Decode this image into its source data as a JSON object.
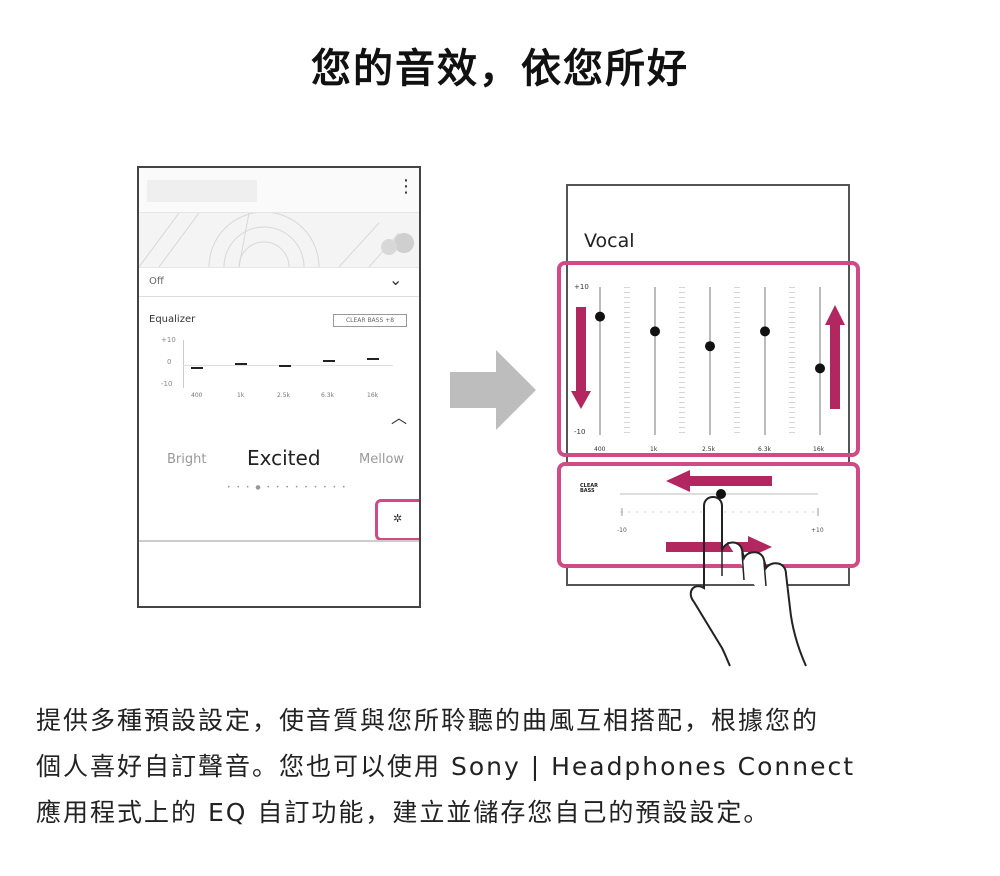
{
  "headline": "您的音效，依您所好",
  "left_phone": {
    "menu_icon": "more-vert-icon",
    "mode_value": "Off",
    "equalizer_label": "Equalizer",
    "clear_bass_label": "CLEAR BASS",
    "clear_bass_value": "+8",
    "axis": {
      "max": "+10",
      "zero": "0",
      "min": "-10"
    },
    "bands": [
      "400",
      "1k",
      "2.5k",
      "6.3k",
      "16k"
    ],
    "band_levels": [
      -1,
      1,
      0,
      2,
      3
    ],
    "presets": {
      "prev": "Bright",
      "current": "Excited",
      "next": "Mellow"
    },
    "pager_dots": "• • • ● • • • • • • • • •",
    "settings_icon": "gear-icon"
  },
  "arrow_icon": "right-arrow-icon",
  "right_phone": {
    "title": "Vocal",
    "axis": {
      "max": "+10",
      "min": "-10"
    },
    "bands": [
      "400",
      "1k",
      "2.5k",
      "6.3k",
      "16k"
    ],
    "band_levels": [
      6,
      4,
      2,
      4,
      -1
    ],
    "clear_bass_logo": "CLEAR BASS",
    "clear_bass_min": "-10",
    "clear_bass_max": "+10",
    "gesture_icon": "hand-pointer-icon",
    "colors": {
      "accent": "#d04b86",
      "arrow_fill": "#b2275f",
      "big_arrow": "#bdbdbd"
    }
  },
  "caption": {
    "line1": "提供多種預設設定，使音質與您所聆聽的曲風互相搭配，根據您的",
    "line2": "個人喜好自訂聲音。您也可以使用 Sony | Headphones Connect",
    "line3": "應用程式上的 EQ 自訂功能，建立並儲存您自己的預設設定。"
  }
}
